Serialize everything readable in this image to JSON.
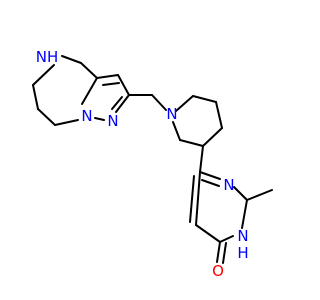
{
  "molecule": {
    "atom_labels": {
      "n_ring_nh": "NH",
      "n_ring_pyrazole_1": "N",
      "n_ring_pyrazole_2": "N",
      "n_piperidine": "N",
      "n_pyrimidine_top": "N",
      "n_pyrimidine_nh": "NH",
      "n_pyrimidine_h": "H",
      "o_carbonyl": "O",
      "h_on_nh": "H"
    },
    "colors": {
      "carbon_bond": "#000000",
      "nitrogen": "#0000ff",
      "oxygen": "#ff0000",
      "background": "#ffffff"
    }
  }
}
